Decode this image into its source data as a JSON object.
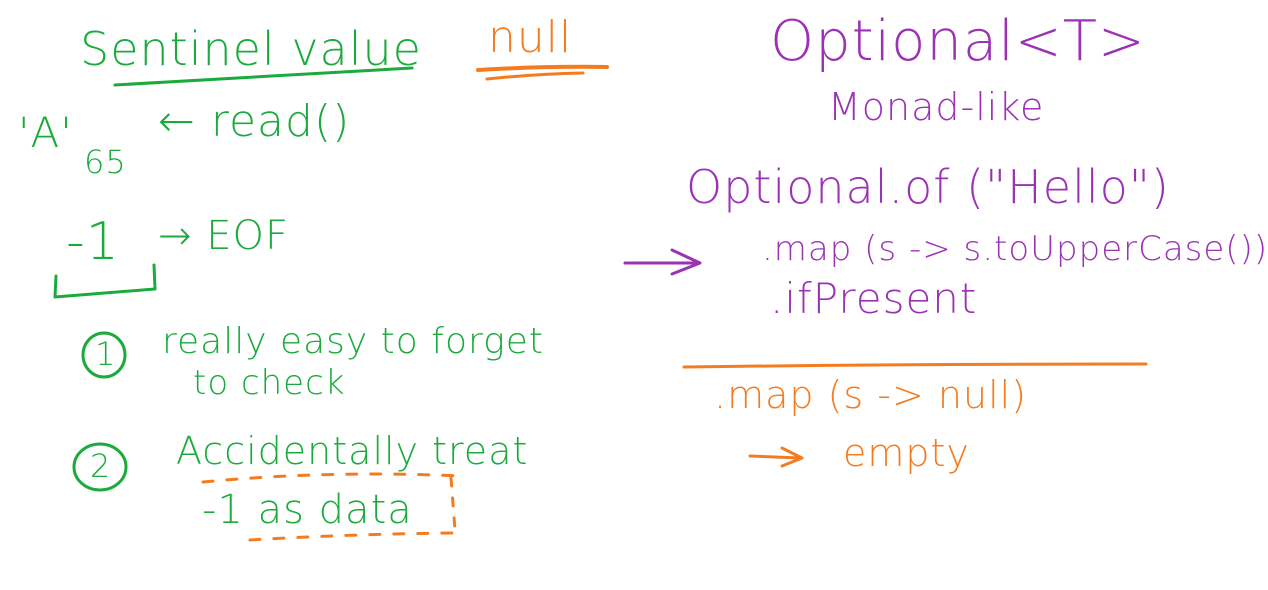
{
  "colors": {
    "green": "#1aab3c",
    "orange": "#f47c20",
    "purple": "#9b32b4",
    "background": "#ffffff"
  },
  "left": {
    "heading": "Sentinel value",
    "null_label": "null",
    "char_a": "'A'",
    "code_65": "65",
    "read_call": "← read()",
    "minus_one": "-1",
    "eof_arrow": "→ EOF",
    "point_1_number": "1",
    "point_1_line_1": "really easy to forget",
    "point_1_line_2": "to check",
    "point_2_number": "2",
    "point_2_line_1": "Accidentally treat",
    "point_2_line_2": "-1  as  data"
  },
  "right": {
    "heading": "Optional<T>",
    "subheading": "Monad-like",
    "code_of": "Optional.of (\"Hello\")",
    "code_map": ".map (s -> s.toUpperCase())",
    "code_ifpresent": ".ifPresent",
    "code_map_null": ".map (s -> null)",
    "code_empty": "empty"
  }
}
